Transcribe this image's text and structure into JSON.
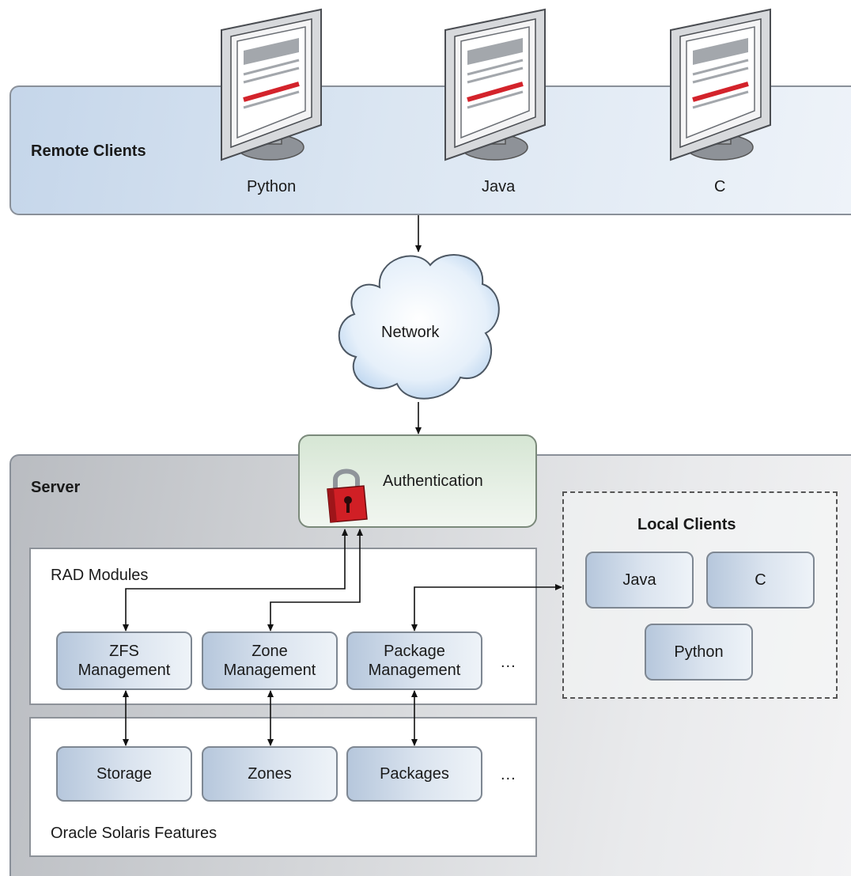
{
  "remote_clients": {
    "title": "Remote Clients",
    "clients": [
      "Python",
      "Java",
      "C"
    ]
  },
  "network": {
    "label": "Network"
  },
  "server": {
    "title": "Server",
    "authentication": "Authentication",
    "rad_modules": {
      "label": "RAD Modules",
      "items": [
        "ZFS\nManagement",
        "Zone\nManagement",
        "Package\nManagement"
      ],
      "more": "..."
    },
    "features": {
      "label": "Oracle Solaris Features",
      "items": [
        "Storage",
        "Zones",
        "Packages"
      ],
      "more": "..."
    },
    "local_clients": {
      "title": "Local Clients",
      "clients": [
        "Java",
        "C",
        "Python"
      ]
    }
  },
  "colors": {
    "remote_band": "#c5d6ea",
    "server_band": "#c8cacd",
    "auth_green": "#d6e6d4",
    "module_blue": "#b6c7dc",
    "lock_red": "#d01f25"
  }
}
